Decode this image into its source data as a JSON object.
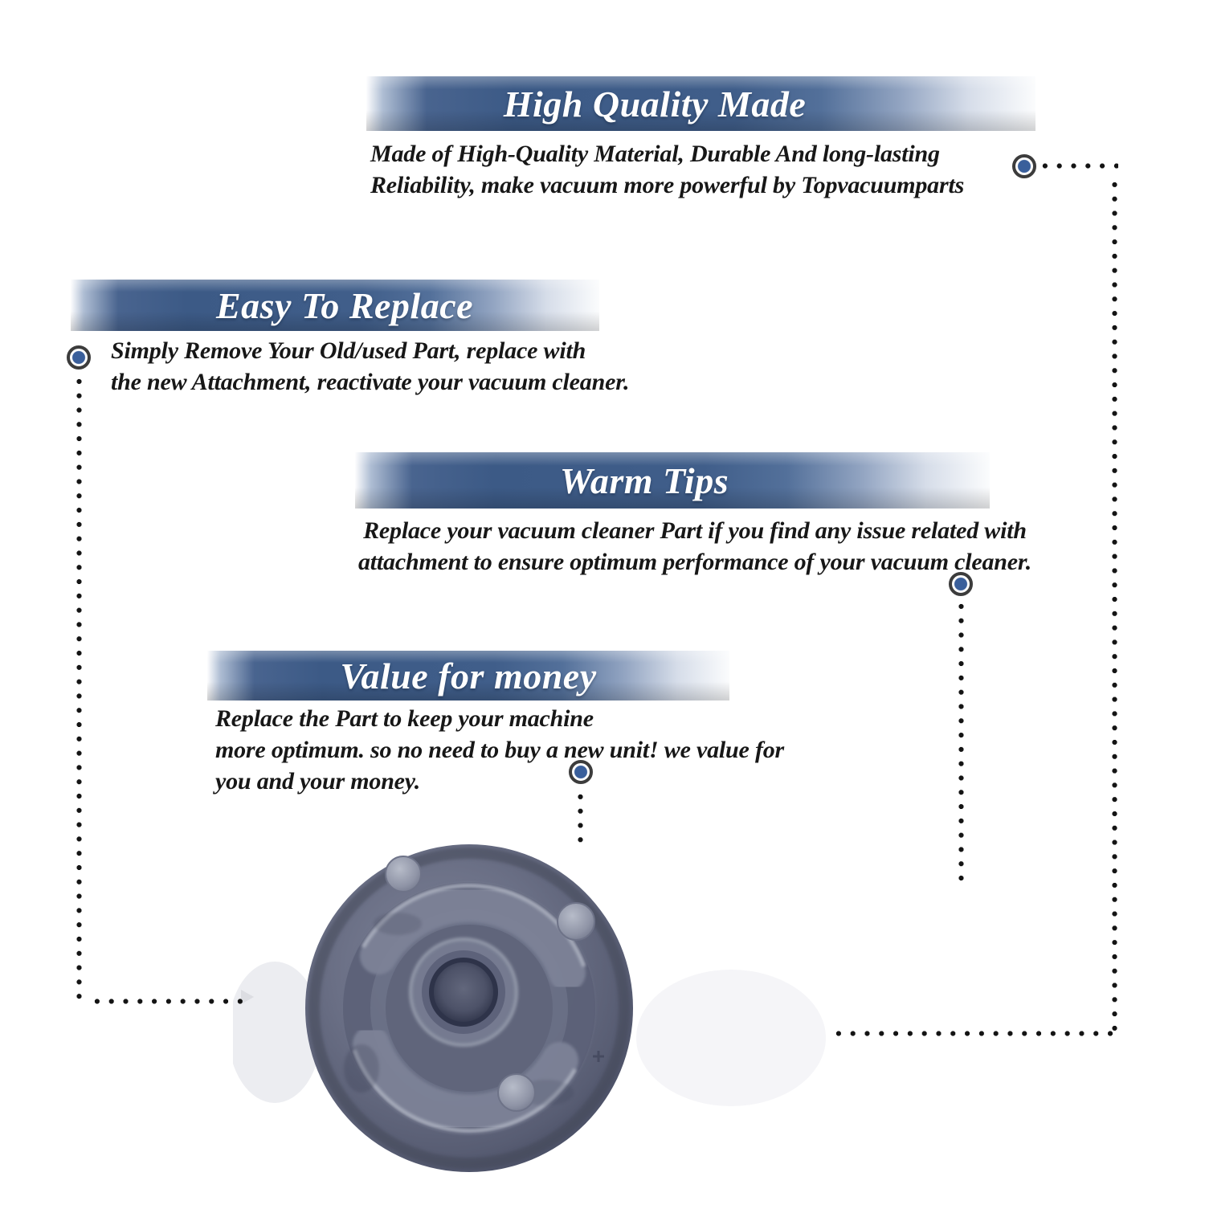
{
  "colors": {
    "banner_blue": "#3d5b87",
    "banner_text": "#ffffff",
    "marker_blue": "#3a5f9b",
    "marker_ring": "#3c3c3c",
    "dot_black": "#141414",
    "body_text": "#171717",
    "background": "#ffffff"
  },
  "sections": [
    {
      "id": "high-quality-made",
      "title": "High Quality Made",
      "body": [
        "Made of High-Quality Material, Durable And long-lasting",
        "Reliability, make vacuum more powerful by Topvacuumparts"
      ]
    },
    {
      "id": "easy-to-replace",
      "title": "Easy To Replace",
      "body": [
        "Simply Remove Your Old/used Part, replace with",
        "the new Attachment, reactivate your vacuum cleaner."
      ]
    },
    {
      "id": "warm-tips",
      "title": "Warm Tips",
      "body": [
        "Replace your vacuum cleaner Part if you find any issue related with",
        "attachment to ensure optimum performance of your vacuum cleaner."
      ]
    },
    {
      "id": "value-for-money",
      "title": "Value for money",
      "body": [
        "Replace the Part to keep your machine",
        "more optimum. so no need to buy a new unit! we value for",
        "you and your money."
      ]
    }
  ],
  "product": {
    "label": "round cast metal vacuum cleaner part photo"
  }
}
